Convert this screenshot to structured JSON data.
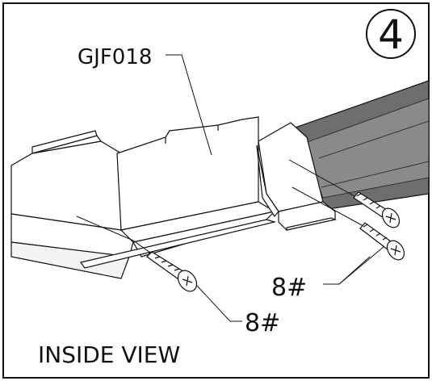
{
  "step": {
    "number": "4"
  },
  "labels": {
    "part": "GJF018",
    "screw_upper": "8#",
    "screw_lower": "8#",
    "view": "INSIDE VIEW"
  },
  "colors": {
    "line": "#111111",
    "rail_dark": "#6e6e6e",
    "rail_mid": "#8a8a8a",
    "background": "#ffffff"
  }
}
